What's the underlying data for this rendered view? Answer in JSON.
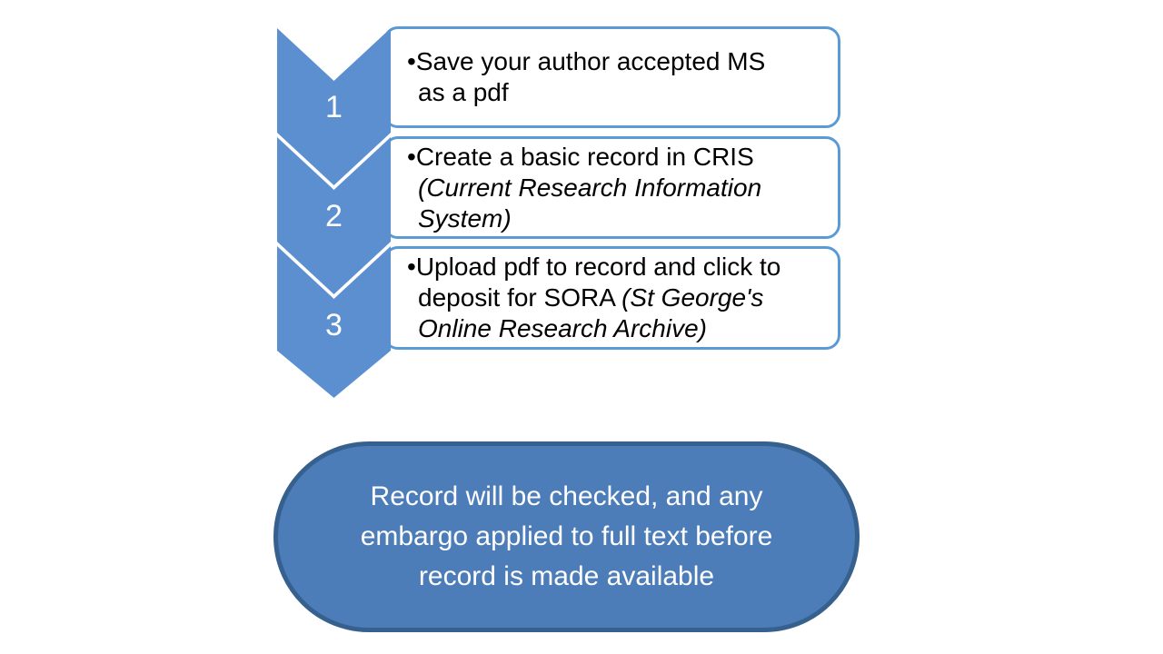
{
  "colors": {
    "background": "#FFFFFF",
    "chevron_fill": "#5B8FD0",
    "step_number_color": "#FFFFFF",
    "card_fill": "#FFFFFF",
    "card_border": "#5B9BD5",
    "card_text": "#000000",
    "ellipse_fill": "#4C7DB8",
    "ellipse_border": "#36618F",
    "ellipse_text": "#FFFFFF"
  },
  "steps": [
    {
      "number": "1",
      "bullet": "•",
      "lines": [
        [
          {
            "text": "•"
          },
          {
            "text": "Save your author accepted MS"
          }
        ],
        [
          {
            "text": "as a pdf"
          }
        ]
      ]
    },
    {
      "number": "2",
      "bullet": "•",
      "lines": [
        [
          {
            "text": "•"
          },
          {
            "text": "Create a basic record in CRIS"
          }
        ],
        [
          {
            "text": "(Current Research Information",
            "italic": true
          }
        ],
        [
          {
            "text": "System)",
            "italic": true
          }
        ]
      ]
    },
    {
      "number": "3",
      "bullet": "•",
      "lines": [
        [
          {
            "text": "•"
          },
          {
            "text": "Upload pdf to record and click to"
          }
        ],
        [
          {
            "text": "deposit for SORA "
          },
          {
            "text": "(St George's",
            "italic": true
          }
        ],
        [
          {
            "text": "Online Research Archive)",
            "italic": true
          }
        ]
      ]
    }
  ],
  "note": {
    "lines": [
      "Record will be checked, and any",
      "embargo applied to full text before",
      "record is made available"
    ]
  }
}
